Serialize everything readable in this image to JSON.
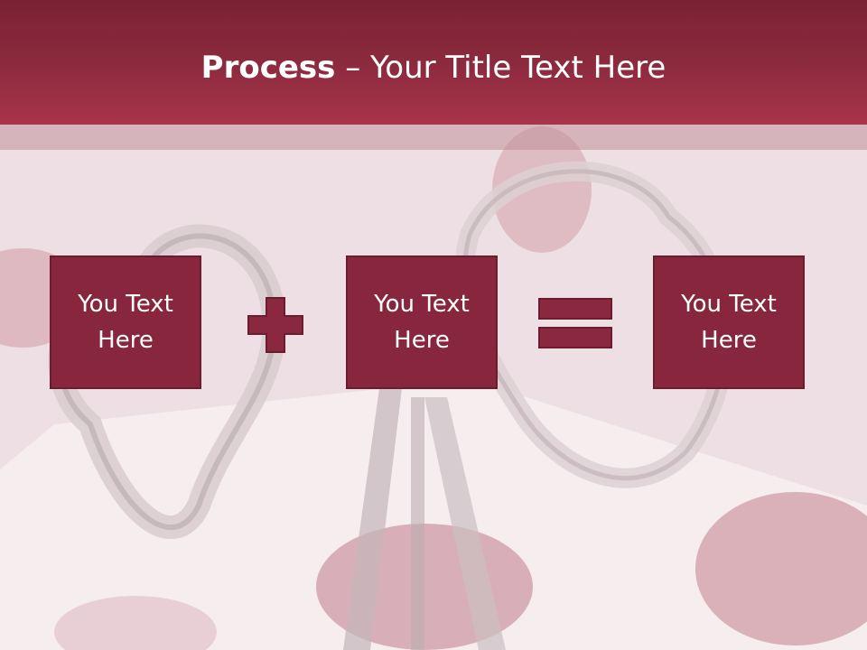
{
  "slide": {
    "title_bold": "Process",
    "title_dash": " – ",
    "title_rest": "Your Title Text Here"
  },
  "process": {
    "steps": [
      {
        "label": "You Text Here"
      },
      {
        "label": "You Text Here"
      },
      {
        "label": "You Text Here"
      }
    ],
    "operators": [
      "plus-icon",
      "equals-icon"
    ]
  },
  "colors": {
    "header": "#8c2a3d",
    "box_fill": "#87263c",
    "box_border": "#6b1d2f",
    "operator": "#8a2840"
  }
}
